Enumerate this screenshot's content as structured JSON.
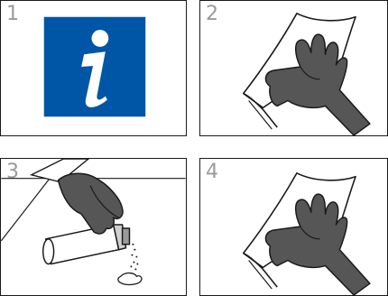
{
  "panels": [
    {
      "number": "1",
      "icon": "information-sign-icon",
      "icon_letter": "i",
      "accent": "#0056a6"
    },
    {
      "number": "2",
      "icon": "gloved-hand-wiping-cloth-icon"
    },
    {
      "number": "3",
      "icon": "gloved-hand-spray-bottle-icon"
    },
    {
      "number": "4",
      "icon": "gloved-hand-wiping-cloth-icon"
    }
  ],
  "colors": {
    "glove": "#565656",
    "outline": "#1a1a1a",
    "number": "#9a9a9a"
  }
}
